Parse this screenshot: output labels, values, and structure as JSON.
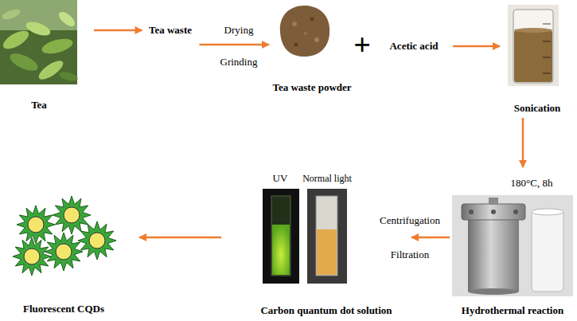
{
  "diagram": {
    "nodes": [
      {
        "text": [
          "Tea"
        ]
      },
      {
        "text": [
          "Tea waste"
        ]
      },
      {
        "text": [
          "Tea waste powder"
        ]
      },
      {
        "text": [
          "Acetic acid"
        ]
      },
      {
        "text": [
          "Sonication"
        ]
      },
      {
        "text": [
          "Hydrothermal reaction"
        ]
      },
      {
        "text": [
          "Carbon quantum dot solution"
        ]
      },
      {
        "text": [
          "Fluorescent CQDs"
        ]
      }
    ],
    "edges": [
      {
        "from": 0,
        "to": 1,
        "arrow": "to"
      },
      {
        "from": 1,
        "to": 2,
        "label": "Drying",
        "arrow": "to"
      },
      {
        "from": 3,
        "to": 4,
        "arrow": "to"
      },
      {
        "from": 4,
        "to": 5,
        "label": "180°C, 8h",
        "arrow": "to"
      },
      {
        "from": 5,
        "to": 6,
        "label": "Centrifugation",
        "arrow": "to"
      },
      {
        "from": 6,
        "to": 7,
        "arrow": "to"
      }
    ],
    "labels": [
      "Grinding",
      "+",
      "Filtration",
      "UV",
      "Normal light"
    ]
  }
}
